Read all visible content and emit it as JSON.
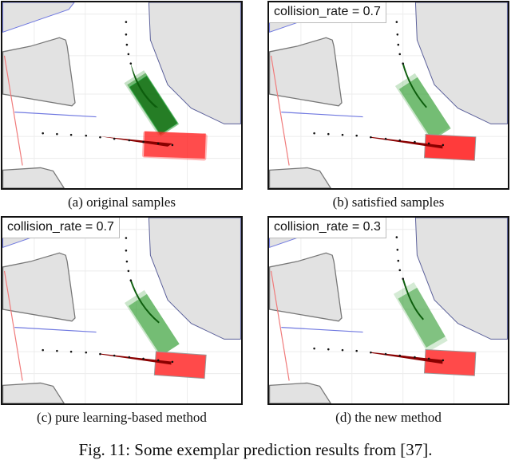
{
  "figure": {
    "caption": "Fig. 11: Some exemplar prediction results from [37]."
  },
  "panels": [
    {
      "id": "a",
      "label": "(a) original samples",
      "collision_rate_label": "",
      "style": "original"
    },
    {
      "id": "b",
      "label": "(b) satisfied samples",
      "collision_rate_label": "collision_rate = 0.7",
      "style": "filtered"
    },
    {
      "id": "c",
      "label": "(c) pure learning-based method",
      "collision_rate_label": "collision_rate = 0.7",
      "style": "filtered"
    },
    {
      "id": "d",
      "label": "(d) the new method",
      "collision_rate_label": "collision_rate = 0.3",
      "style": "new"
    }
  ],
  "colors": {
    "obstacle_fill": "#e2e2e2",
    "obstacle_edge": "#777777",
    "lane_blue": "#6f78e0",
    "lane_red": "#f07a7a",
    "agent_green": "#1e8a1e",
    "agent_green_path": "#0d5e0d",
    "agent_red": "#ff3b3b",
    "agent_red_path": "#8a0000",
    "grid": "#ececec",
    "history_dots": "#111111"
  }
}
